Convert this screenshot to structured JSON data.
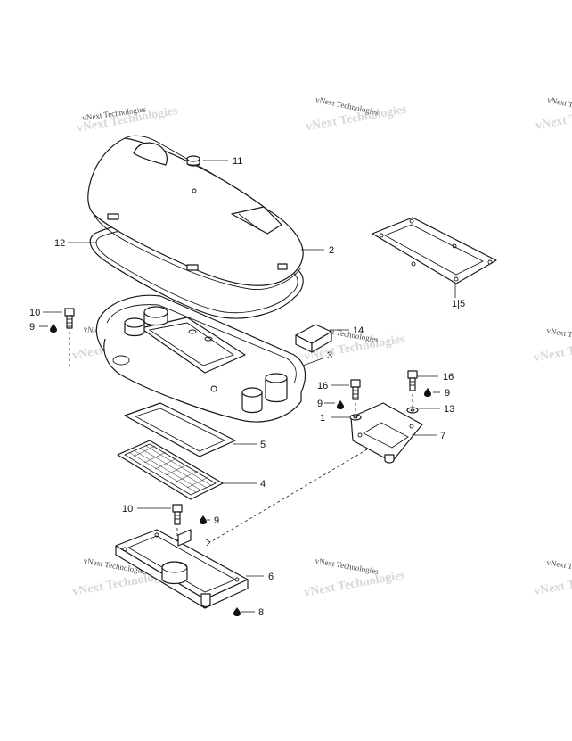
{
  "watermark": "vNext Technologies",
  "callouts": {
    "c1": "1",
    "c2": "2",
    "c3": "3",
    "c4": "4",
    "c5": "5",
    "c6": "6",
    "c7": "7",
    "c8": "8",
    "c9": "9",
    "c10": "10",
    "c11": "11",
    "c12": "12",
    "c13": "13",
    "c14": "14",
    "c15": "1|5",
    "c16": "16"
  },
  "colors": {
    "line": "#1a1a1a",
    "background": "#ffffff",
    "watermark": "#4a4a4a"
  }
}
